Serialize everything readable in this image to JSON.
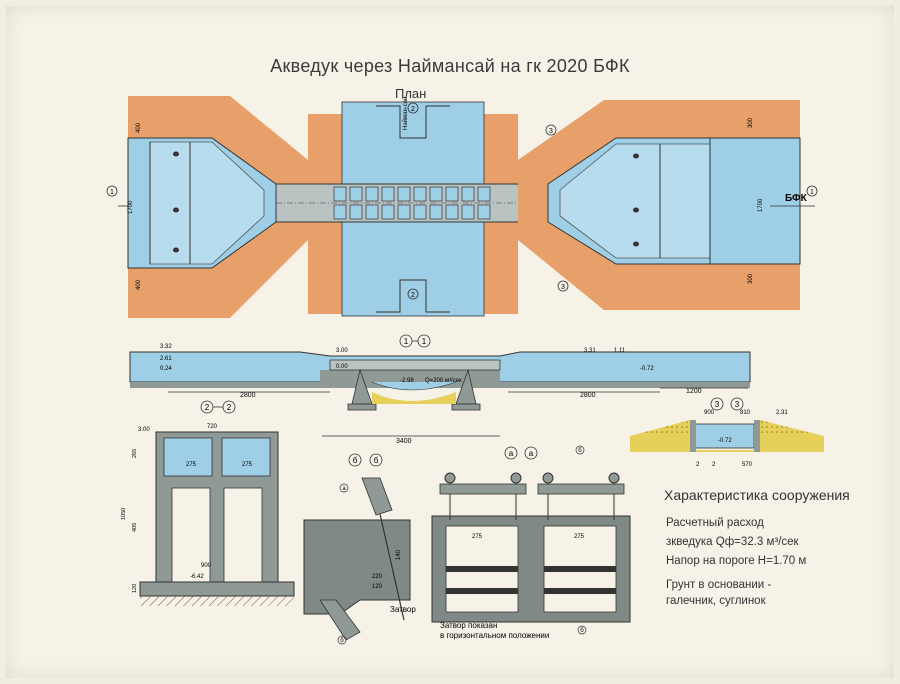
{
  "title": "Акведук через Наймансай на гк 2020  БФК",
  "plan": {
    "label": "План",
    "canal_label": "БФК",
    "stream_label": "Найман-сай",
    "dims": {
      "left_width": "1700",
      "right_width": "1700",
      "left_top": "400",
      "left_bottom": "400",
      "right_top": "300",
      "right_bottom": "300"
    },
    "section_marks": {
      "s1": "1",
      "s2": "2",
      "s3": "3"
    }
  },
  "long_section": {
    "label": "1–1",
    "levels": {
      "left_top": "3.32",
      "left_water": "2.61",
      "left_bottom": "0.24",
      "center_top": "3.00",
      "center_bottom": "0.00",
      "under": "-2.98",
      "flow": "Q=200 м³/сек",
      "right_top": "3.31",
      "right_mid": "1.11",
      "right_bottom": "-0.72"
    },
    "dims": {
      "left": "2800",
      "center": "3400",
      "right": "2800",
      "tail": "1200"
    }
  },
  "section_22": {
    "label": "2–2",
    "dims": {
      "top": "720",
      "left_cell": "275",
      "right_cell": "275",
      "height_top": "265",
      "height_mid": "405",
      "height_total": "1050",
      "base_h": "120",
      "base_level": "-6.42",
      "base_width": "900",
      "top_level": "3.00"
    }
  },
  "section_33": {
    "label": "3–3",
    "dims": {
      "left": "900",
      "mid": "810",
      "top": "2.31",
      "bottom": "-0.72",
      "base": "570",
      "side1": "2",
      "side2": "2"
    }
  },
  "section_66": {
    "label": "б–б",
    "dims": {
      "d1": "220",
      "d2": "120",
      "d3": "140"
    },
    "marks": {
      "a": "a",
      "b": "б"
    },
    "gate_label": "Затвор"
  },
  "section_aa": {
    "label": "а–а",
    "dims": {
      "left": "275",
      "right": "275"
    },
    "note_line1": "Затвор показан",
    "note_line2": "в горизонтальном положении",
    "mark": "б"
  },
  "characteristics": {
    "heading": "Характеристика сооружения",
    "line1": "Расчетный расход",
    "line2": "зкведука  Qф=32.3  м³/сек",
    "line3": "Напор на пороге   Н=1.70 м",
    "line4": "Грунт в основании -",
    "line5": "галечник, суглинок"
  },
  "colors": {
    "water": "#9ecfe6",
    "water_dark": "#6fa9c8",
    "embankment": "#e8a06a",
    "concrete": "#8f9a96",
    "ground": "#e6d05a",
    "line": "#333333"
  }
}
